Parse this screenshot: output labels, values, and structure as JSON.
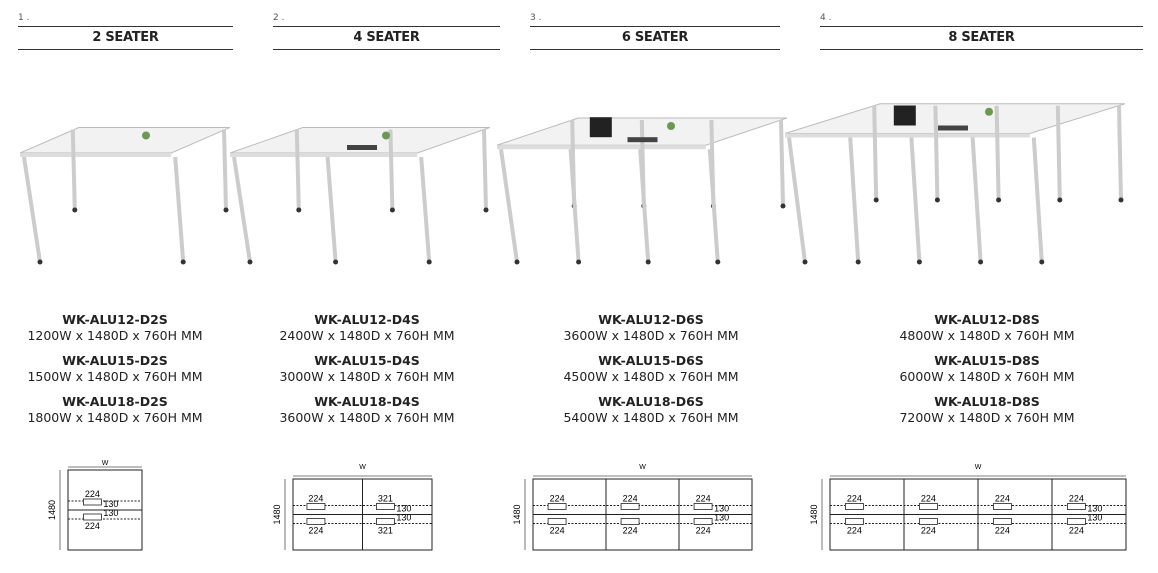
{
  "sections": [
    {
      "number": "1 .",
      "title": "2 SEATER",
      "seats": 2,
      "models": [
        {
          "code": "WK-ALU12-D2S",
          "dims": "1200W x 1480D x 760H MM"
        },
        {
          "code": "WK-ALU15-D2S",
          "dims": "1500W x 1480D x 760H MM"
        },
        {
          "code": "WK-ALU18-D2S",
          "dims": "1800W x 1480D x 760H MM"
        }
      ],
      "plan": {
        "width_label": "W",
        "depth_label": "1480",
        "top_labels": [
          "224"
        ],
        "bottom_labels": [
          "224"
        ],
        "gap_labels": [
          "130",
          "130"
        ]
      }
    },
    {
      "number": "2 .",
      "title": "4 SEATER",
      "seats": 4,
      "models": [
        {
          "code": "WK-ALU12-D4S",
          "dims": "2400W x 1480D x 760H MM"
        },
        {
          "code": "WK-ALU15-D4S",
          "dims": "3000W x 1480D x 760H MM"
        },
        {
          "code": "WK-ALU18-D4S",
          "dims": "3600W x 1480D x 760H MM"
        }
      ],
      "plan": {
        "width_label": "W",
        "depth_label": "1480",
        "top_labels": [
          "224",
          "321"
        ],
        "bottom_labels": [
          "224",
          "321"
        ],
        "gap_labels": [
          "130",
          "130"
        ]
      }
    },
    {
      "number": "3 .",
      "title": "6 SEATER",
      "seats": 6,
      "models": [
        {
          "code": "WK-ALU12-D6S",
          "dims": "3600W x 1480D x 760H MM"
        },
        {
          "code": "WK-ALU15-D6S",
          "dims": "4500W x 1480D x 760H MM"
        },
        {
          "code": "WK-ALU18-D6S",
          "dims": "5400W x 1480D x 760H MM"
        }
      ],
      "plan": {
        "width_label": "W",
        "depth_label": "1480",
        "top_labels": [
          "224",
          "224",
          "224"
        ],
        "bottom_labels": [
          "224",
          "224",
          "224"
        ],
        "gap_labels": [
          "130",
          "130"
        ]
      }
    },
    {
      "number": "4 .",
      "title": "8 SEATER",
      "seats": 8,
      "models": [
        {
          "code": "WK-ALU12-D8S",
          "dims": "4800W x 1480D x 760H MM"
        },
        {
          "code": "WK-ALU15-D8S",
          "dims": "6000W x 1480D x 760H MM"
        },
        {
          "code": "WK-ALU18-D8S",
          "dims": "7200W x 1480D x 760H MM"
        }
      ],
      "plan": {
        "width_label": "W",
        "depth_label": "1480",
        "top_labels": [
          "224",
          "224",
          "224",
          "224"
        ],
        "bottom_labels": [
          "224",
          "224",
          "224",
          "224"
        ],
        "gap_labels": [
          "130",
          "130"
        ]
      }
    }
  ]
}
